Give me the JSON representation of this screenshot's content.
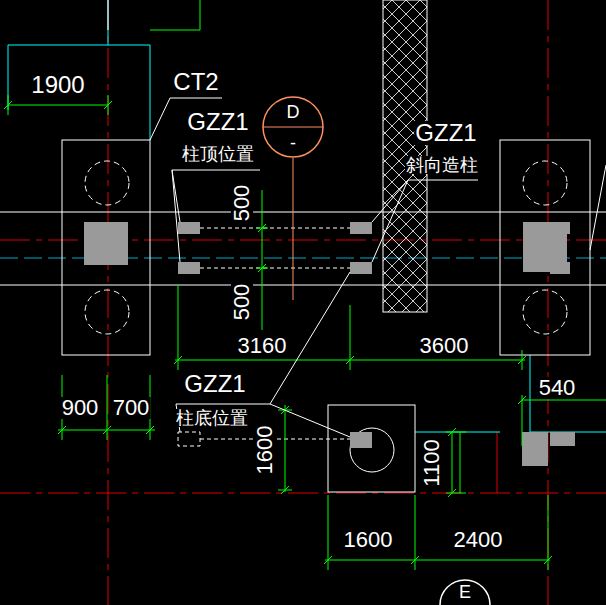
{
  "diagram": {
    "nodes": [
      {
        "text": [
          "D",
          "-"
        ]
      },
      {
        "text": [
          "E"
        ]
      }
    ],
    "labels": [
      "1900",
      "CT2",
      "GZZ1",
      "柱顶位置",
      "GZZ1",
      "斜向造柱",
      "500",
      "500",
      "3160",
      "3600",
      "GZZ1",
      "柱底位置",
      "900",
      "700",
      "1600",
      "1100",
      "540",
      "1600",
      "2400"
    ]
  }
}
